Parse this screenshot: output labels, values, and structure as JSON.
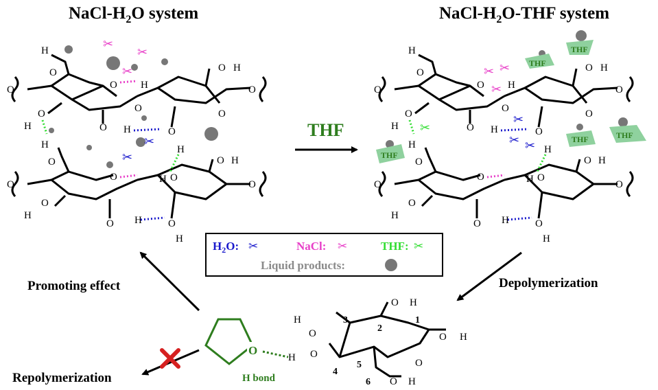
{
  "titles": {
    "left_prefix": "NaCl-H",
    "left_sub": "2",
    "left_suffix": "O system",
    "right_prefix": "NaCl-H",
    "right_sub": "2",
    "right_suffix": "O-THF system"
  },
  "arrow_label": "THF",
  "legend": {
    "h2o_prefix": "H",
    "h2o_sub": "2",
    "h2o_suffix": "O:",
    "nacl": "NaCl:",
    "thf": "THF:",
    "liquid": "Liquid products:"
  },
  "labels": {
    "promoting": "Promoting effect",
    "depolymerization": "Depolymerization",
    "repolymerization": "Repolymerization",
    "hbond": "H bond"
  },
  "atoms": {
    "O": "O",
    "H": "H"
  },
  "ring_numbers": [
    "1",
    "2",
    "3",
    "4",
    "5",
    "6"
  ],
  "thf_tag": "THF",
  "colors": {
    "h2o": "#1a1acc",
    "nacl": "#e83fc8",
    "thf": "#33dd33",
    "thf_dark": "#2e7d1e",
    "thf_box": "#8fd19e",
    "liquid": "#777777",
    "legend_liquid_text": "#8a8a8a",
    "red_x": "#d62020"
  },
  "icons": {
    "scissors": "scissors-icon",
    "droplet": "liquid-product-dot",
    "blocked": "red-cross-icon"
  }
}
